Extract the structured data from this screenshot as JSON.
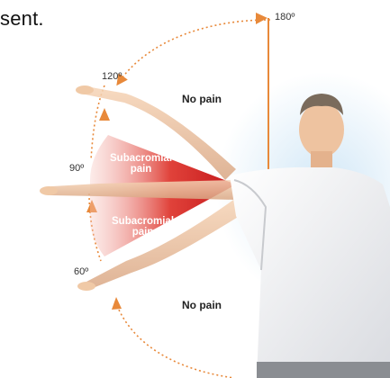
{
  "caption_fragment": "sent.",
  "angles": {
    "a180": "180º",
    "a120": "120º",
    "a90": "90º",
    "a60": "60º"
  },
  "zones": {
    "upper": "No pain",
    "lower": "No pain",
    "painful_upper": "Subacromial\npain",
    "painful_lower": "Subacromial\npain"
  },
  "colors": {
    "arc": "#e8893a",
    "pain_red": "#d41f1f",
    "shirt": "#f2f2f4",
    "skin": "#f0c9a6",
    "glow": "#cfe6f6"
  }
}
